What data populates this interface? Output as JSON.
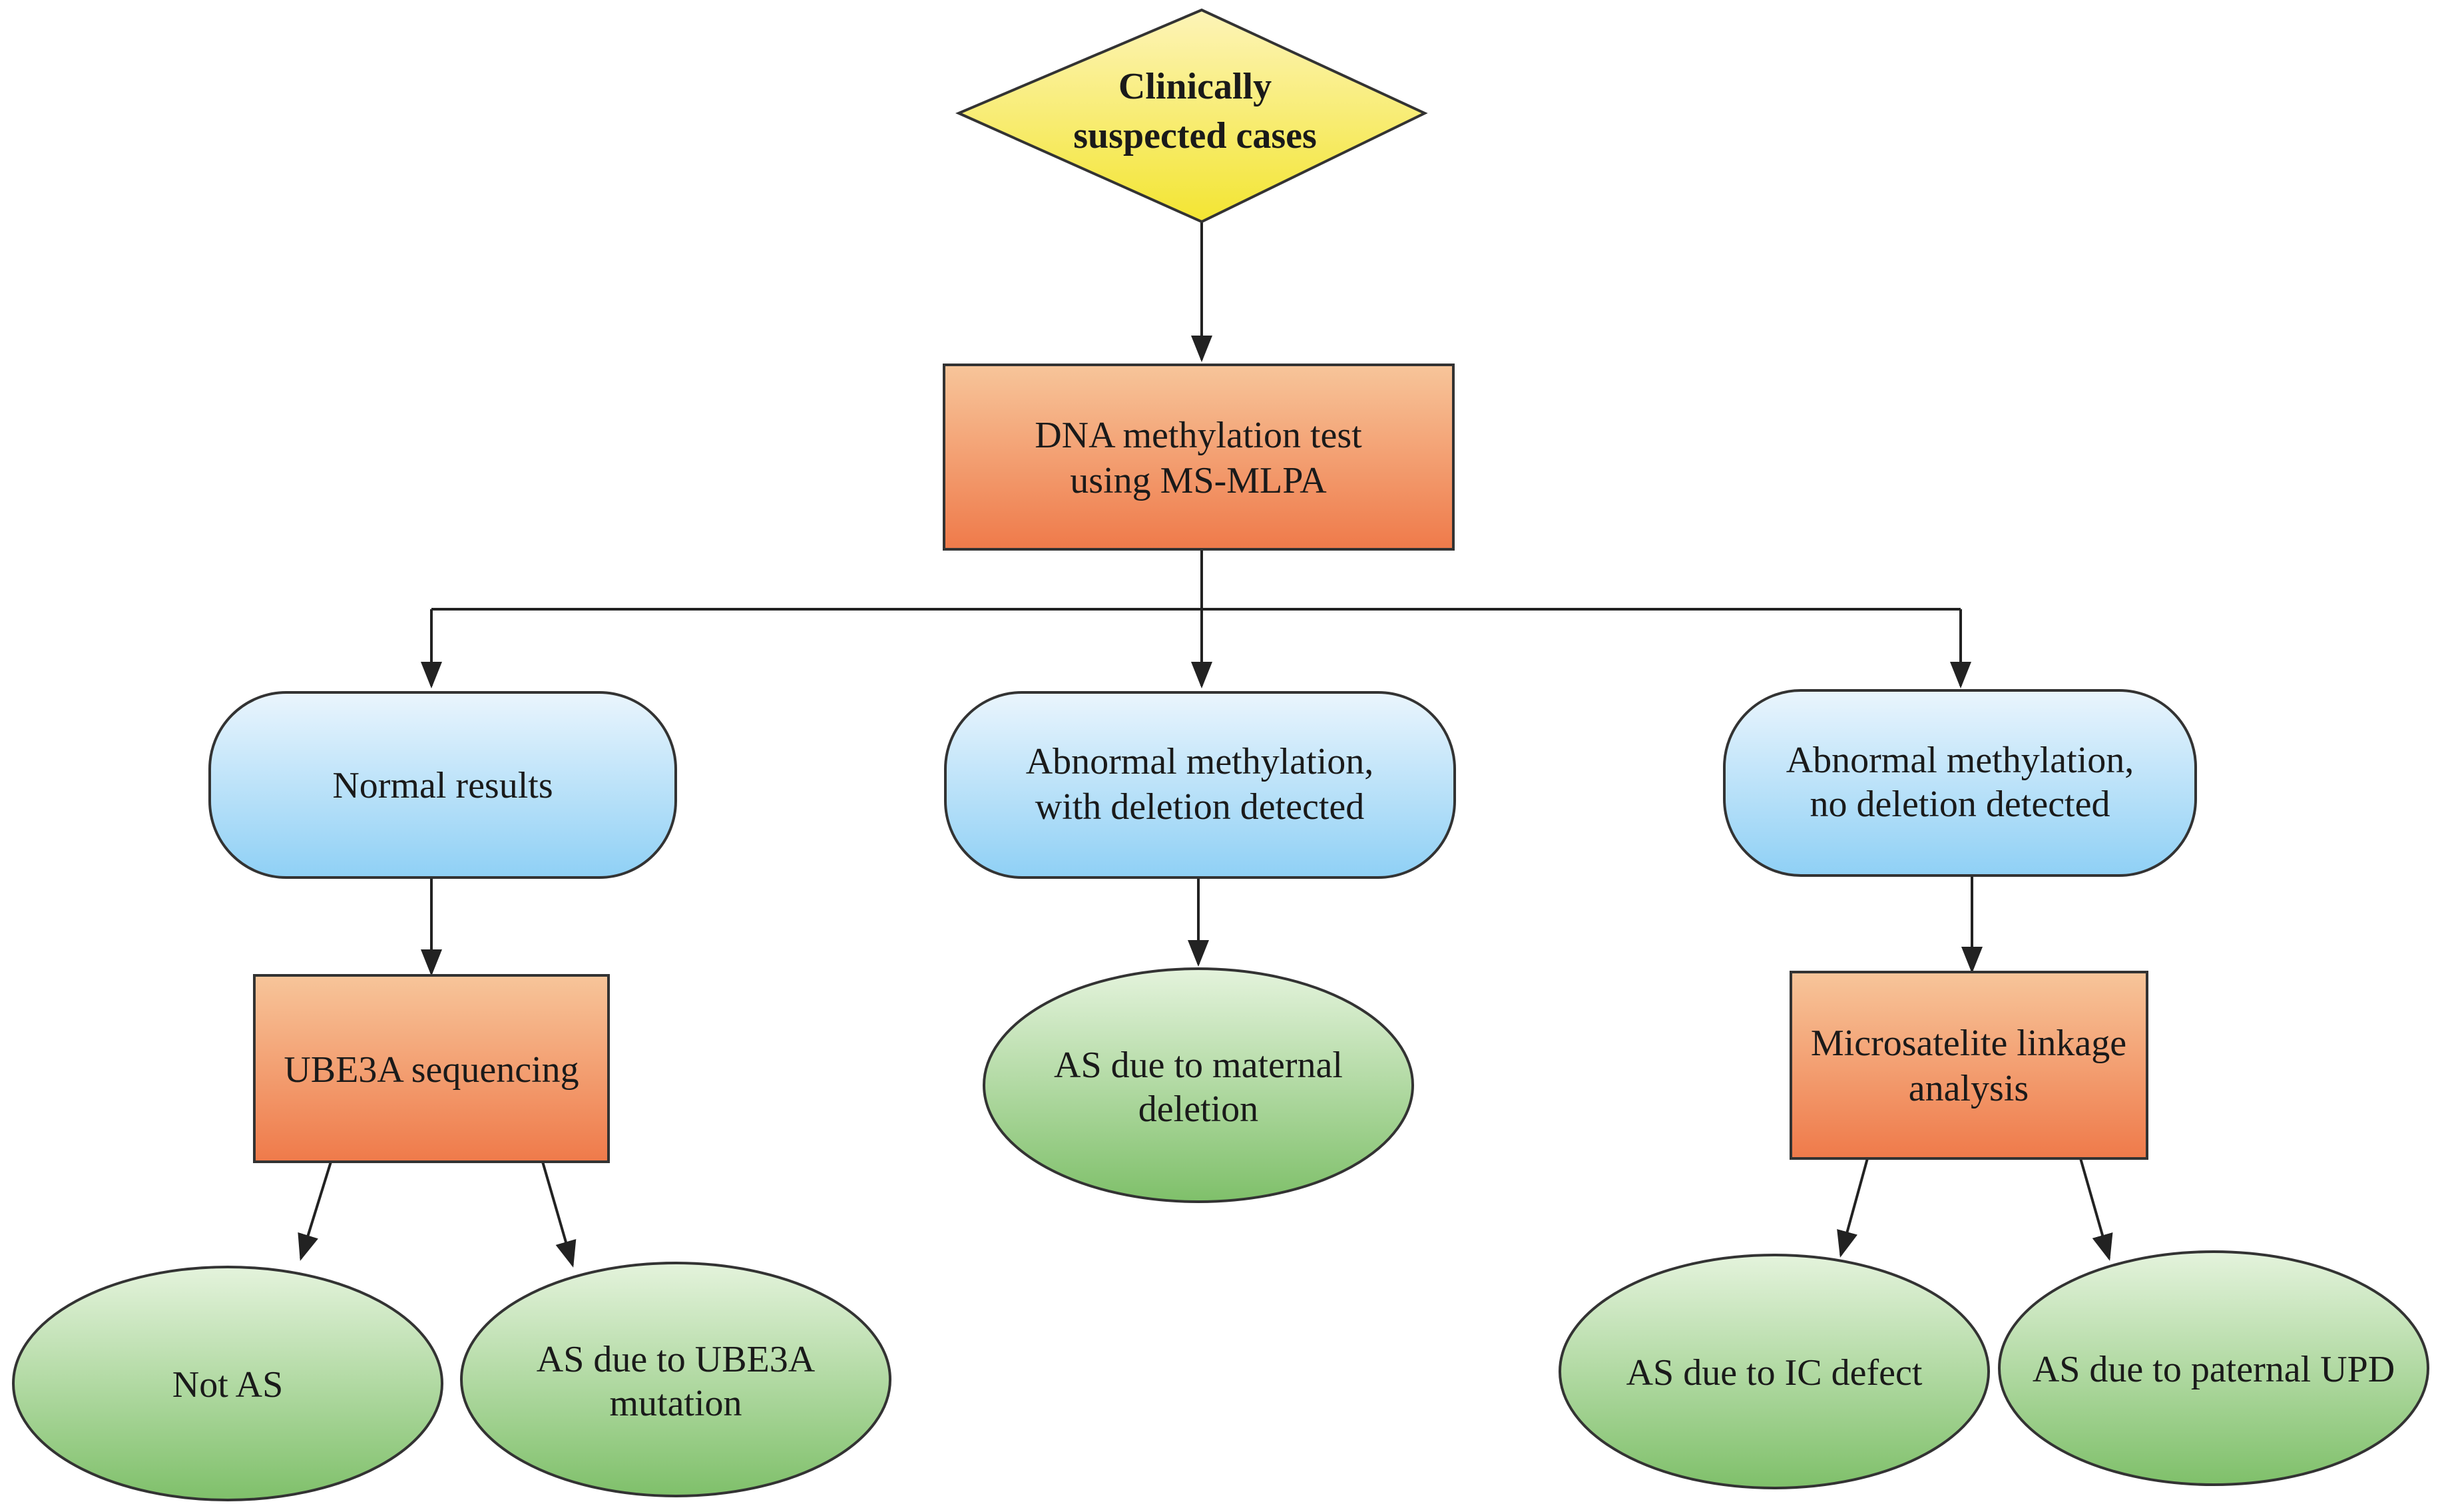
{
  "diagram": {
    "start": {
      "line1": "Clinically",
      "line2": "suspected cases"
    },
    "methylation_test": {
      "line1": "DNA methylation test",
      "line2": "using MS-MLPA"
    },
    "normal_results": {
      "label": "Normal results"
    },
    "abnormal_with_deletion": {
      "line1": "Abnormal methylation,",
      "line2": "with deletion detected"
    },
    "abnormal_no_deletion": {
      "line1": "Abnormal methylation,",
      "line2": "no deletion detected"
    },
    "ube3a_sequencing": {
      "label": "UBE3A sequencing"
    },
    "microsatellite_analysis": {
      "line1": "Microsatelite linkage",
      "line2": "analysis"
    },
    "not_as": {
      "label": "Not AS"
    },
    "as_ube3a_mutation": {
      "line1": "AS due to UBE3A",
      "line2": "mutation"
    },
    "as_maternal_deletion": {
      "line1": "AS due to maternal",
      "line2": "deletion"
    },
    "as_ic_defect": {
      "label": "AS due to IC defect"
    },
    "as_paternal_upd": {
      "label": "AS due to paternal UPD"
    }
  },
  "colors": {
    "diamond_top": "#fdf4b8",
    "diamond_bottom": "#f3e532",
    "rect_top": "#f7c59a",
    "rect_bottom": "#ef7a4a",
    "pill_top": "#eaf5fd",
    "pill_bottom": "#8fd0f5",
    "ellipse_top": "#e4f3dc",
    "ellipse_bottom": "#7fc06a",
    "line": "#222222"
  }
}
